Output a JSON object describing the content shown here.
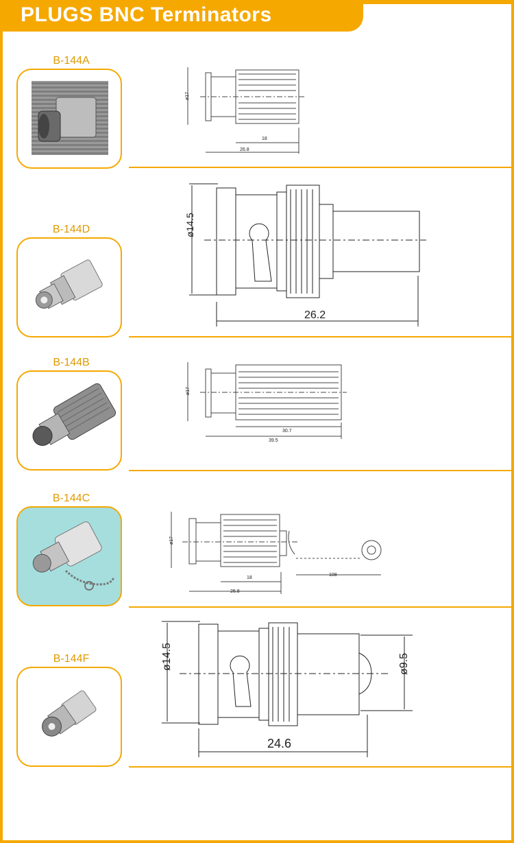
{
  "page": {
    "title": "PLUGS BNC Terminators",
    "accent_color": "#f5a800"
  },
  "products": [
    {
      "code": "B-144A",
      "dims": {
        "dia": "ø17",
        "len1": "18",
        "len2": "26.8"
      }
    },
    {
      "code": "B-144D",
      "dims": {
        "dia": "ø14.5",
        "len": "26.2"
      }
    },
    {
      "code": "B-144B",
      "dims": {
        "dia": "ø17",
        "len1": "30.7",
        "len2": "39.5"
      }
    },
    {
      "code": "B-144C",
      "dims": {
        "dia": "ø17",
        "len1": "18",
        "len2": "26.8",
        "chain": "108"
      }
    },
    {
      "code": "B-144F",
      "dims": {
        "dia": "ø14.5",
        "dia2": "ø9.5",
        "len": "24.6"
      }
    }
  ]
}
